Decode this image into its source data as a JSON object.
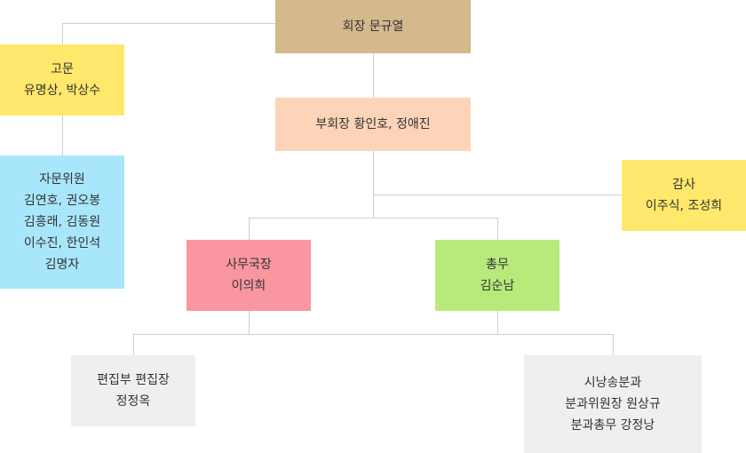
{
  "colors": {
    "president": "#d4b98c",
    "vice_president": "#fdd4b8",
    "yellow": "#ffe86b",
    "blue": "#a8e6fb",
    "pink": "#f996a0",
    "green": "#b7e97b",
    "gray": "#efefef",
    "connector": "#cfcfcf"
  },
  "boxes": {
    "president": {
      "lines": [
        "회장  문규열"
      ]
    },
    "vice_president": {
      "lines": [
        "부회장  황인호, 정애진"
      ]
    },
    "advisor": {
      "lines": [
        "고문",
        "유명상, 박상수"
      ]
    },
    "consultants": {
      "lines": [
        "자문위원",
        "김연호, 권오봉",
        "김흥래, 김동원",
        "이수진, 한인석",
        "김명자"
      ]
    },
    "auditor": {
      "lines": [
        "감사",
        "이주식, 조성희"
      ]
    },
    "secretary_general": {
      "lines": [
        "사무국장",
        "이의희"
      ]
    },
    "general_affairs": {
      "lines": [
        "총무",
        "김순남"
      ]
    },
    "editorial": {
      "lines": [
        "편집부 편집장",
        "정정옥"
      ]
    },
    "sinan_branch": {
      "lines": [
        "시낭송분과",
        "분과위원장 원상규",
        "분과총무 강정낭"
      ]
    }
  }
}
